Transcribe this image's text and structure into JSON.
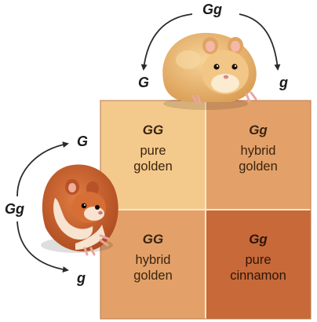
{
  "parents": {
    "top": {
      "genotype": "Gg",
      "allele_left": "G",
      "allele_right": "g"
    },
    "left": {
      "genotype": "Gg",
      "allele_top": "G",
      "allele_bottom": "g"
    }
  },
  "punnett": {
    "cells": [
      {
        "genotype": "GG",
        "line1": "pure",
        "line2": "golden",
        "color": "#F4C98C"
      },
      {
        "genotype": "Gg",
        "line1": "hybrid",
        "line2": "golden",
        "color": "#E3A169"
      },
      {
        "genotype": "GG",
        "line1": "hybrid",
        "line2": "golden",
        "color": "#E3A169"
      },
      {
        "genotype": "Gg",
        "line1": "pure",
        "line2": "cinnamon",
        "color": "#C8693A"
      }
    ]
  },
  "colors": {
    "golden_hamster": "#E9B56E",
    "cinnamon_hamster": "#C9612A",
    "grid_border": "#FFFFFF"
  }
}
